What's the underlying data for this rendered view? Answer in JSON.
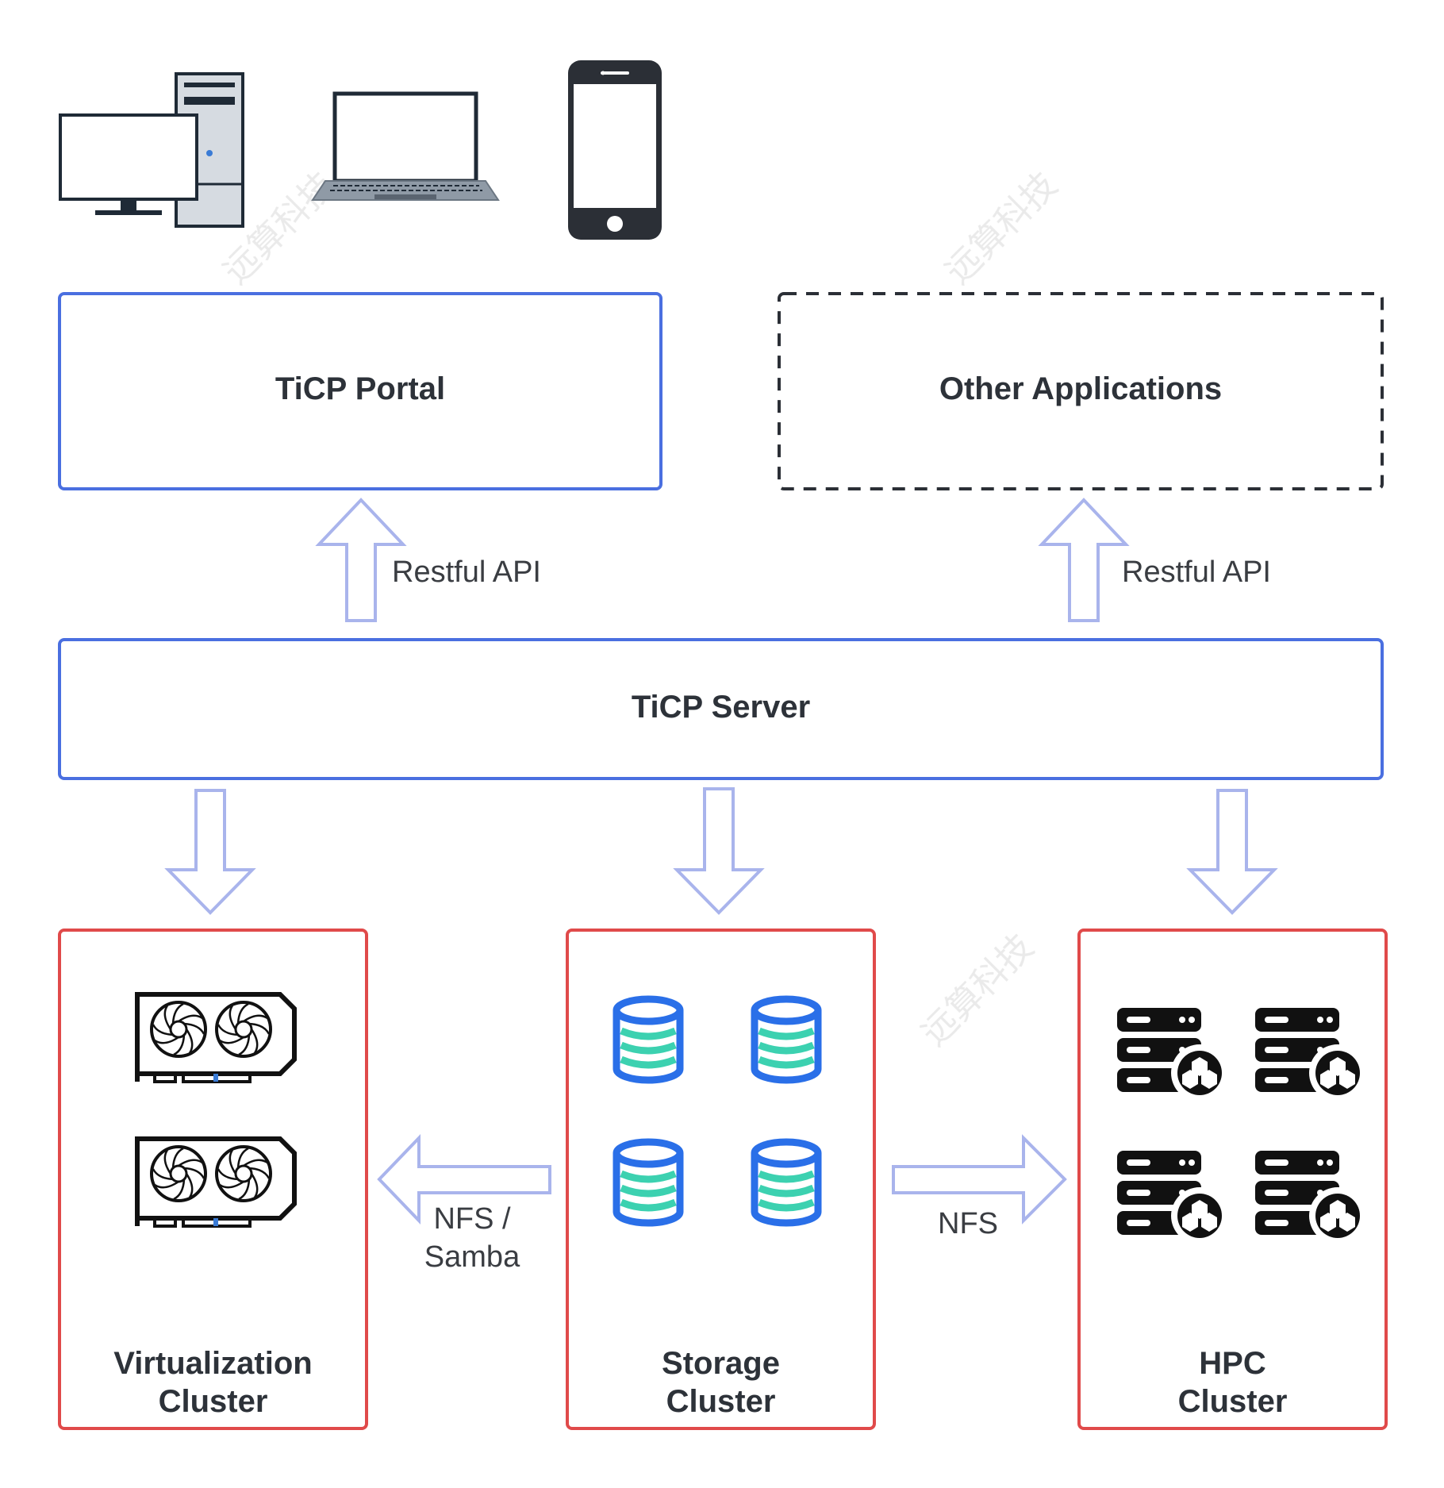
{
  "clients": [
    {
      "name": "desktop-icon"
    },
    {
      "name": "laptop-icon"
    },
    {
      "name": "smartphone-icon"
    }
  ],
  "portal": {
    "title": "TiCP Portal"
  },
  "other_apps": {
    "title": "Other Applications"
  },
  "portal_link": {
    "label": "Restful API"
  },
  "other_link": {
    "label": "Restful API"
  },
  "server": {
    "title": "TiCP Server"
  },
  "clusters": {
    "virtualization": {
      "line1": "Virtualization",
      "line2": "Cluster",
      "icon": "gpu-card-icon"
    },
    "storage": {
      "line1": "Storage",
      "line2": "Cluster",
      "icon": "database-icon"
    },
    "hpc": {
      "line1": "HPC",
      "line2": "Cluster",
      "icon": "server-rack-icon"
    }
  },
  "links": {
    "storage_to_virtualization": {
      "line1": "NFS /",
      "line2": "Samba"
    },
    "storage_to_hpc": {
      "label": "NFS"
    }
  },
  "watermark": "远算科技",
  "colors": {
    "blue_border": "#4a6fe0",
    "red_border": "#e04a4a",
    "arrow": "#a9b4ec",
    "db_blue": "#2a6fe8",
    "db_green": "#3cd1b0",
    "dark": "#15181c"
  }
}
